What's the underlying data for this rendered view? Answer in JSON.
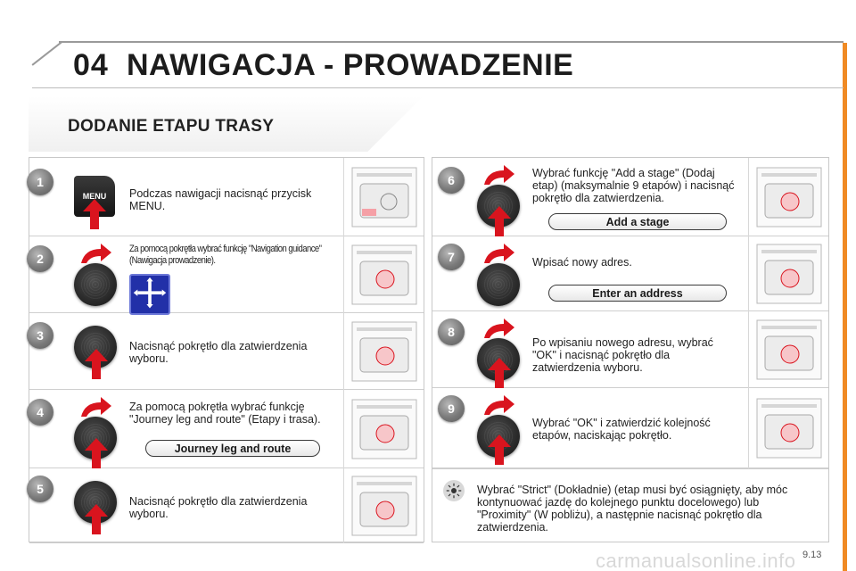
{
  "header": {
    "chapter_number": "04",
    "chapter_title": "NAWIGACJA - PROWADZENIE",
    "section_title": "DODANIE ETAPU TRASY"
  },
  "left_steps": [
    {
      "number": "1",
      "text": "Podczas nawigacji nacisnąć przycisk MENU.",
      "control": "menu-button",
      "button_label": "MENU"
    },
    {
      "number": "2",
      "text": "Za pomocą pokrętła wybrać funkcję \"Navigation guidance\" (Nawigacja prowadzenie).",
      "control": "knob-rotate-navpad"
    },
    {
      "number": "3",
      "text": "Nacisnąć pokrętło dla zatwierdzenia wyboru.",
      "control": "knob-press"
    },
    {
      "number": "4",
      "text": "Za pomocą pokrętła wybrać funkcję \"Journey leg and route\" (Etapy i trasa).",
      "control": "knob-rotate-press",
      "option_label": "Journey leg and route"
    },
    {
      "number": "5",
      "text": "Nacisnąć pokrętło dla zatwierdzenia wyboru.",
      "control": "knob-press"
    }
  ],
  "right_steps": [
    {
      "number": "6",
      "text": "Wybrać funkcję \"Add a stage\" (Dodaj etap) (maksymalnie 9 etapów) i nacisnąć pokrętło dla zatwierdzenia.",
      "option_label": "Add a stage"
    },
    {
      "number": "7",
      "text": "Wpisać nowy adres.",
      "option_label": "Enter an address"
    },
    {
      "number": "8",
      "text": "Po wpisaniu nowego adresu, wybrać \"OK\" i nacisnąć pokrętło dla zatwierdzenia wyboru."
    },
    {
      "number": "9",
      "text": "Wybrać \"OK\" i zatwierdzić kolejność etapów, naciskając pokrętło."
    }
  ],
  "tip": {
    "icon": "light-bulb-icon",
    "text": "Wybrać \"Strict\" (Dokładnie) (etap musi być osiągnięty, aby móc kontynuować jazdę do kolejnego punktu docelowego) lub \"Proximity\" (W pobliżu), a następnie nacisnąć pokrętło dla zatwierdzenia."
  },
  "footer": {
    "page_number": "9.13",
    "watermark": "carmanualsonline.info"
  },
  "colors": {
    "accent_orange": "#f08a24",
    "badge_gray": "#7a7a7a",
    "arrow_red": "#d9141e",
    "navpad_blue": "#2230a8"
  }
}
